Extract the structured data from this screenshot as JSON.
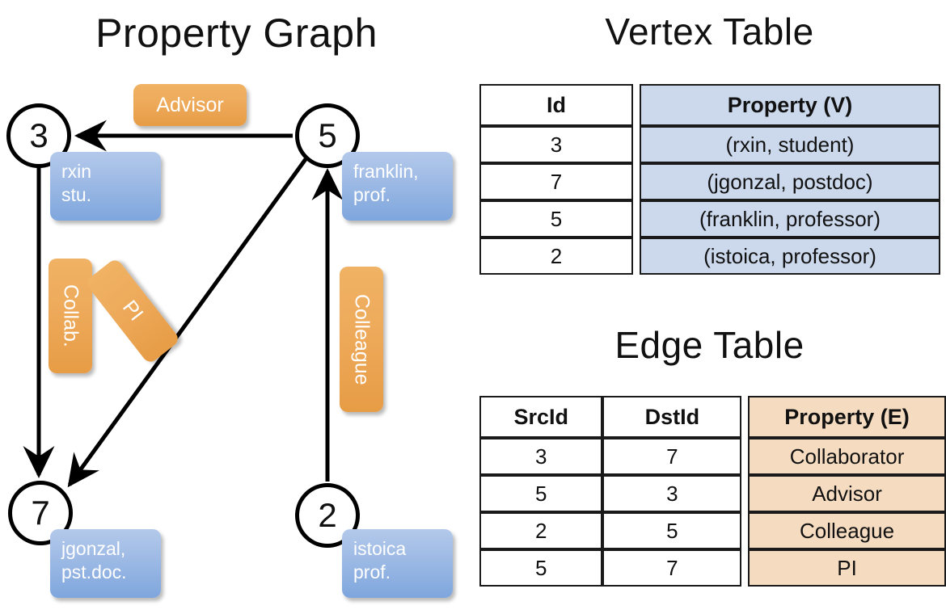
{
  "titles": {
    "property_graph": "Property Graph",
    "vertex_table": "Vertex Table",
    "edge_table": "Edge Table"
  },
  "graph": {
    "nodes": [
      {
        "id": "3",
        "property": "rxin\nstu."
      },
      {
        "id": "5",
        "property": "franklin,\nprof."
      },
      {
        "id": "7",
        "property": "jgonzal,\npst.doc."
      },
      {
        "id": "2",
        "property": "istoica\nprof."
      }
    ],
    "node_labels": {
      "n3": "3",
      "n5": "5",
      "n7": "7",
      "n2": "2"
    },
    "property_boxes": {
      "rxin_line1": "rxin",
      "rxin_line2": "stu.",
      "franklin_line1": "franklin,",
      "franklin_line2": "prof.",
      "jgonzal_line1": "jgonzal,",
      "jgonzal_line2": "pst.doc.",
      "istoica_line1": "istoica",
      "istoica_line2": "prof."
    },
    "edge_labels": {
      "advisor": "Advisor",
      "collab": "Collab.",
      "pi": "PI",
      "colleague": "Colleague"
    },
    "edges": [
      {
        "src": "5",
        "dst": "3",
        "label": "Advisor"
      },
      {
        "src": "3",
        "dst": "7",
        "label": "Collab."
      },
      {
        "src": "5",
        "dst": "7",
        "label": "PI"
      },
      {
        "src": "2",
        "dst": "5",
        "label": "Colleague"
      }
    ]
  },
  "vertex_table": {
    "columns": [
      "Id",
      "Property (V)"
    ],
    "rows": [
      {
        "id": "3",
        "property": "(rxin, student)"
      },
      {
        "id": "7",
        "property": "(jgonzal, postdoc)"
      },
      {
        "id": "5",
        "property": "(franklin, professor)"
      },
      {
        "id": "2",
        "property": "(istoica, professor)"
      }
    ]
  },
  "edge_table": {
    "columns": [
      "SrcId",
      "DstId",
      "Property (E)"
    ],
    "rows": [
      {
        "src": "3",
        "dst": "7",
        "property": "Collaborator"
      },
      {
        "src": "5",
        "dst": "3",
        "property": "Advisor"
      },
      {
        "src": "2",
        "dst": "5",
        "property": "Colleague"
      },
      {
        "src": "5",
        "dst": "7",
        "property": "PI"
      }
    ]
  },
  "colors": {
    "vertex_header_blue": "#ccd9ec",
    "edge_header_orange": "#f5dcc1",
    "callout_blue": "#a2bde6",
    "callout_orange": "#eeab5c",
    "stroke_black": "#000000"
  }
}
